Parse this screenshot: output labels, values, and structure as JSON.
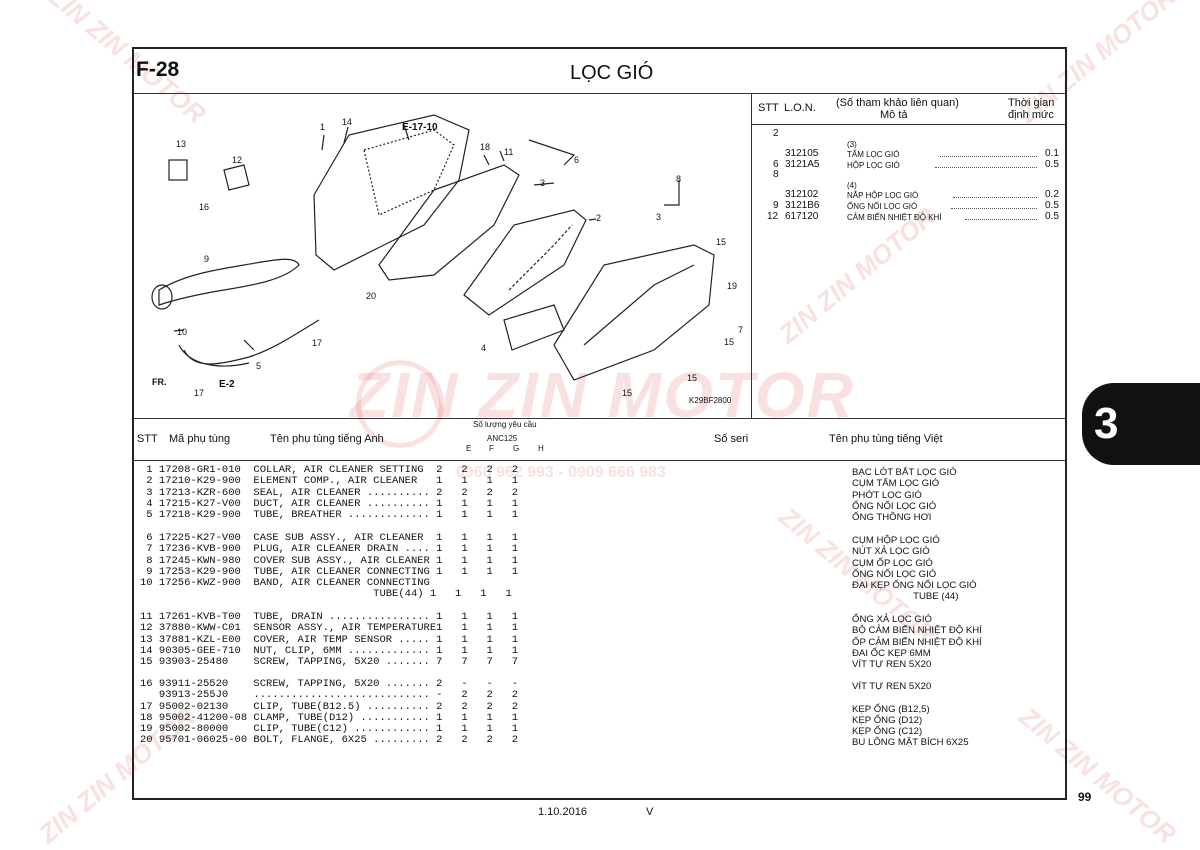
{
  "header": {
    "code": "F-28",
    "title": "LỌC GIÓ"
  },
  "side_tab": {
    "label": "3"
  },
  "page_number": "99",
  "footer": {
    "date": "1.10.2016",
    "version": "V"
  },
  "watermark": {
    "brand": "ZIN ZIN MOTOR",
    "phone": "0966 962 993 - 0909 666 983"
  },
  "diagram": {
    "refs": [
      "E-17-10",
      "E-2",
      "FR."
    ],
    "figure_code": "K29BF2800",
    "callouts": [
      "1",
      "2",
      "3",
      "3",
      "4",
      "5",
      "6",
      "7",
      "8",
      "9",
      "10",
      "11",
      "12",
      "13",
      "14",
      "15",
      "15",
      "15",
      "15",
      "16",
      "17",
      "17",
      "18",
      "19",
      "20"
    ]
  },
  "lon_table": {
    "headers": {
      "stt": "STT",
      "lon": "L.O.N.",
      "desc_1": "(Số tham khảo liên quan)",
      "desc_2": "Mô tả",
      "time_1": "Thời gian",
      "time_2": "định mức"
    },
    "rows": [
      {
        "stt": "2",
        "lon": "",
        "desc": "",
        "time": ""
      },
      {
        "stt": "",
        "lon": "",
        "desc": "(3)",
        "time": ""
      },
      {
        "stt": "",
        "lon": "312105",
        "desc": "TẤM LỌC GIÓ",
        "time": "0.1"
      },
      {
        "stt": "6",
        "lon": "3121A5",
        "desc": "HỘP LỌC GIÓ",
        "time": "0.5"
      },
      {
        "stt": "8",
        "lon": "",
        "desc": "",
        "time": ""
      },
      {
        "stt": "",
        "lon": "",
        "desc": "(4)",
        "time": ""
      },
      {
        "stt": "",
        "lon": "312102",
        "desc": "NẮP HỘP LỌC GIÓ",
        "time": "0.2"
      },
      {
        "stt": "9",
        "lon": "3121B6",
        "desc": "ỐNG NỐI LỌC GIÓ",
        "time": "0.5"
      },
      {
        "stt": "12",
        "lon": "617120",
        "desc": "CẢM BIẾN NHIỆT ĐỘ KHÍ",
        "time": "0.5"
      }
    ]
  },
  "parts_table": {
    "headers": {
      "stt": "STT",
      "part_no": "Mã phụ tùng",
      "name_en": "Tên phụ tùng tiếng Anh",
      "qty_label": "Số lượng yêu cầu",
      "model": "ANC125",
      "cols": [
        "E",
        "F",
        "G",
        "H"
      ],
      "serial": "Số seri",
      "name_vn": "Tên phụ tùng tiếng Việt"
    },
    "groups": [
      [
        {
          "line": " 1 17208-GR1-010  COLLAR, AIR CLEANER SETTING  2   2   2   2",
          "vn": "BẠC LÓT BẮT LỌC GIÓ"
        },
        {
          "line": " 2 17210-K29-900  ELEMENT COMP., AIR CLEANER   1   1   1   1",
          "vn": "CỤM TẤM LỌC GIÓ"
        },
        {
          "line": " 3 17213-KZR-600  SEAL, AIR CLEANER .......... 2   2   2   2",
          "vn": "PHỚT LỌC GIÓ"
        },
        {
          "line": " 4 17215-K27-V00  DUCT, AIR CLEANER .......... 1   1   1   1",
          "vn": "ỐNG NỐI LỌC GIÓ"
        },
        {
          "line": " 5 17218-K29-900  TUBE, BREATHER ............. 1   1   1   1",
          "vn": "ỐNG THÔNG HƠI"
        }
      ],
      [
        {
          "line": " 6 17225-K27-V00  CASE SUB ASSY., AIR CLEANER  1   1   1   1",
          "vn": "CỤM HỘP LỌC GIÓ"
        },
        {
          "line": " 7 17236-KVB-900  PLUG, AIR CLEANER DRAIN .... 1   1   1   1",
          "vn": "NÚT XẢ LỌC GIÓ"
        },
        {
          "line": " 8 17245-KWN-980  COVER SUB ASSY., AIR CLEANER 1   1   1   1",
          "vn": "CỤM ỐP LỌC GIÓ"
        },
        {
          "line": " 9 17253-K29-900  TUBE, AIR CLEANER CONNECTING 1   1   1   1",
          "vn": "ỐNG NỐI LỌC GIÓ"
        },
        {
          "line": "10 17256-KWZ-900  BAND, AIR CLEANER CONNECTING",
          "vn": "ĐAI KẸP ỐNG NỐI LỌC GIÓ"
        },
        {
          "line": "                                     TUBE(44) 1   1   1   1",
          "vn": "                       TUBE (44)"
        }
      ],
      [
        {
          "line": "11 17261-KVB-T00  TUBE, DRAIN ................ 1   1   1   1",
          "vn": "ỐNG XẢ LỌC GIÓ"
        },
        {
          "line": "12 37880-KWW-C01  SENSOR ASSY., AIR TEMPERATURE1   1   1   1",
          "vn": "BỘ CẢM BIẾN NHIỆT ĐỘ KHÍ"
        },
        {
          "line": "13 37881-KZL-E00  COVER, AIR TEMP SENSOR ..... 1   1   1   1",
          "vn": "ỐP CẢM BIẾN NHIỆT ĐỘ KHÍ"
        },
        {
          "line": "14 90305-GEE-710  NUT, CLIP, 6MM ............. 1   1   1   1",
          "vn": "ĐAI ỐC KẸP 6MM"
        },
        {
          "line": "15 93903-25480    SCREW, TAPPING, 5X20 ....... 7   7   7   7",
          "vn": "VÍT TỰ REN 5X20"
        }
      ],
      [
        {
          "line": "16 93911-25520    SCREW, TAPPING, 5X20 ....... 2   -   -   -",
          "vn": "VÍT TỰ REN 5X20"
        },
        {
          "line": "   93913-255J0    ............................ -   2   2   2",
          "vn": ""
        },
        {
          "line": "17 95002-02130    CLIP, TUBE(B12.5) .......... 2   2   2   2",
          "vn": "KẸP ỐNG (B12,5)"
        },
        {
          "line": "18 95002-41200-08 CLAMP, TUBE(D12) ........... 1   1   1   1",
          "vn": "KẸP ỐNG (D12)"
        },
        {
          "line": "19 95002-80000    CLIP, TUBE(C12) ............ 1   1   1   1",
          "vn": "KẸP ỐNG (C12)"
        },
        {
          "line": "20 95701-06025-00 BOLT, FLANGE, 6X25 ......... 2   2   2   2",
          "vn": "BU LÔNG MẶT BÍCH 6X25"
        }
      ]
    ]
  }
}
